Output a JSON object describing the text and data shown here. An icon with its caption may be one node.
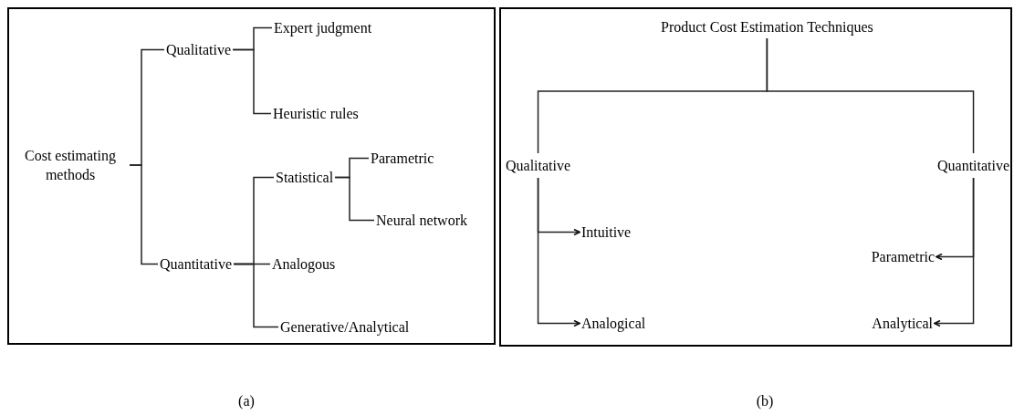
{
  "diagram": {
    "nodes": [
      {
        "text": [],
        "shape": "box",
        "beside": [
          "(a)"
        ]
      },
      {
        "text": [
          "Cost estimating methods"
        ],
        "in": 0
      },
      {
        "text": [
          "Qualitative"
        ],
        "in": 0
      },
      {
        "text": [
          "Expert judgment"
        ],
        "in": 0
      },
      {
        "text": [
          "Heuristic rules"
        ],
        "in": 0
      },
      {
        "text": [
          "Quantitative"
        ],
        "in": 0
      },
      {
        "text": [
          "Statistical"
        ],
        "in": 0
      },
      {
        "text": [
          "Parametric"
        ],
        "in": 0
      },
      {
        "text": [
          "Neural network"
        ],
        "in": 0
      },
      {
        "text": [
          "Analogous"
        ],
        "in": 0
      },
      {
        "text": [
          "Generative/Analytical"
        ],
        "in": 0
      },
      {
        "text": [],
        "shape": "box",
        "beside": [
          "(b)"
        ]
      },
      {
        "text": [
          "Product Cost Estimation Techniques"
        ],
        "in": 11
      },
      {
        "text": [
          "Qualitative"
        ],
        "in": 11
      },
      {
        "text": [
          "Quantitative"
        ],
        "in": 11
      },
      {
        "text": [
          "Intuitive"
        ],
        "in": 11
      },
      {
        "text": [
          "Analogical"
        ],
        "in": 11
      },
      {
        "text": [
          "Parametric"
        ],
        "in": 11
      },
      {
        "text": [
          "Analytical"
        ],
        "in": 11
      }
    ],
    "edges": [
      {
        "from": 1,
        "to": 2,
        "arrow": "none"
      },
      {
        "from": 1,
        "to": 5,
        "arrow": "none"
      },
      {
        "from": 2,
        "to": 3,
        "arrow": "none"
      },
      {
        "from": 2,
        "to": 4,
        "arrow": "none"
      },
      {
        "from": 5,
        "to": 6,
        "arrow": "none"
      },
      {
        "from": 5,
        "to": 9,
        "arrow": "none"
      },
      {
        "from": 5,
        "to": 10,
        "arrow": "none"
      },
      {
        "from": 6,
        "to": 7,
        "arrow": "none"
      },
      {
        "from": 6,
        "to": 8,
        "arrow": "none"
      },
      {
        "from": 12,
        "to": 13,
        "arrow": "none"
      },
      {
        "from": 12,
        "to": 14,
        "arrow": "none"
      },
      {
        "from": 13,
        "to": 15,
        "arrow": "to"
      },
      {
        "from": 13,
        "to": 16,
        "arrow": "to"
      },
      {
        "from": 14,
        "to": 17,
        "arrow": "to"
      },
      {
        "from": 14,
        "to": 18,
        "arrow": "to"
      }
    ]
  }
}
